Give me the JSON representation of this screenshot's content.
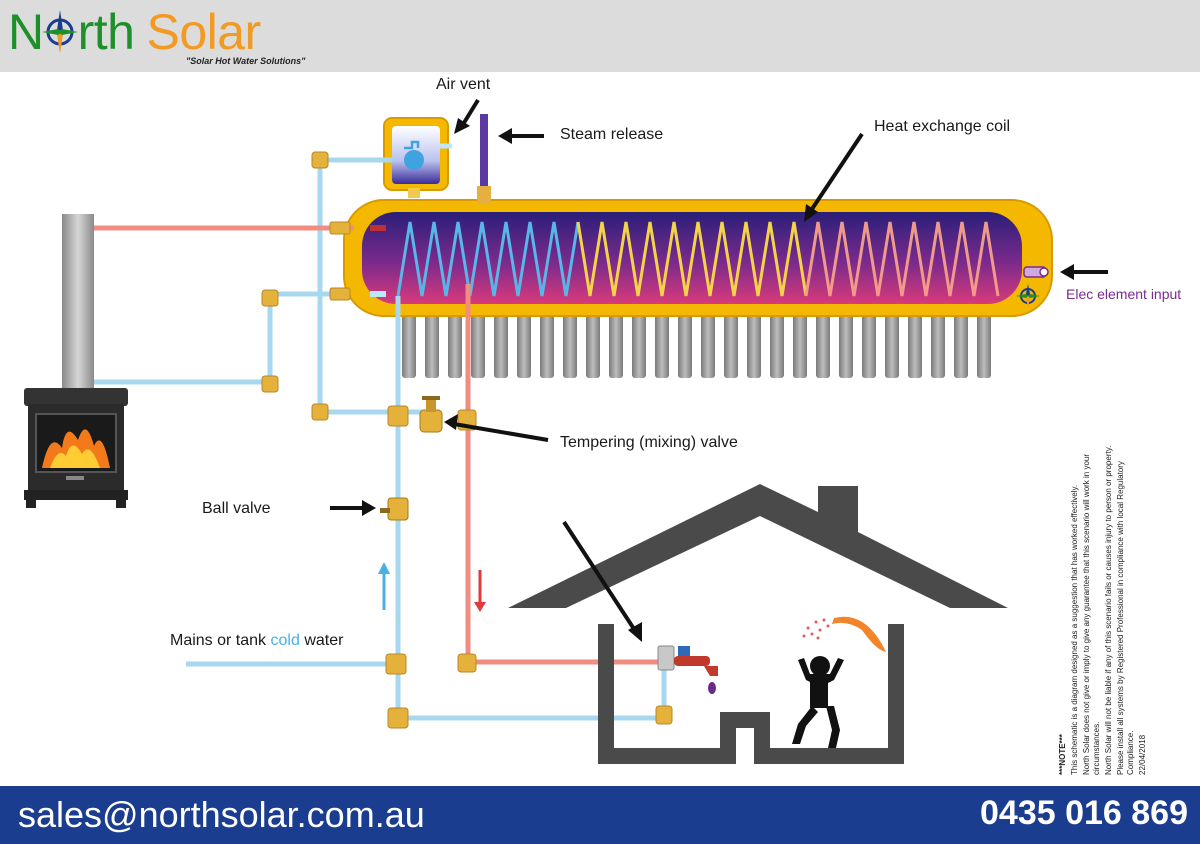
{
  "header": {
    "logo_part1": "N",
    "logo_part2": "rth",
    "logo_part3": "Solar",
    "tagline": "\"Solar Hot Water Solutions\""
  },
  "labels": {
    "air_vent": "Air vent",
    "steam_release": "Steam release",
    "heat_exchange_coil": "Heat exchange coil",
    "elec_element_input": "Elec element input",
    "tempering_valve": "Tempering (mixing) valve",
    "ball_valve": "Ball valve",
    "mains_prefix": "Mains or tank",
    "mains_cold": "cold",
    "mains_suffix": "water"
  },
  "note": {
    "title": "***NOTE***",
    "line1": "This schematic is a diagram designed as a suggestion that has worked effectively.",
    "line2": "North Solar does not give or imply to give any guarantee that this scenario will work in your circumstances.",
    "line3": "North Solar will not be liable if any of this scenario fails or causes injury to person or property.",
    "line4": "Please install all systems by Registered Professional in compliance with local Regulatory Compliance.",
    "date": "22/04/2018"
  },
  "footer": {
    "email": "sales@northsolar.com.au",
    "phone": "0435 016 869"
  },
  "colors": {
    "cold_pipe": "#a7d8f0",
    "hot_pipe": "#f08d80",
    "tank_shell": "#f5b800",
    "brand_green": "#1f8f2a",
    "brand_orange": "#f29a21",
    "footer_blue": "#1b3d8f"
  }
}
